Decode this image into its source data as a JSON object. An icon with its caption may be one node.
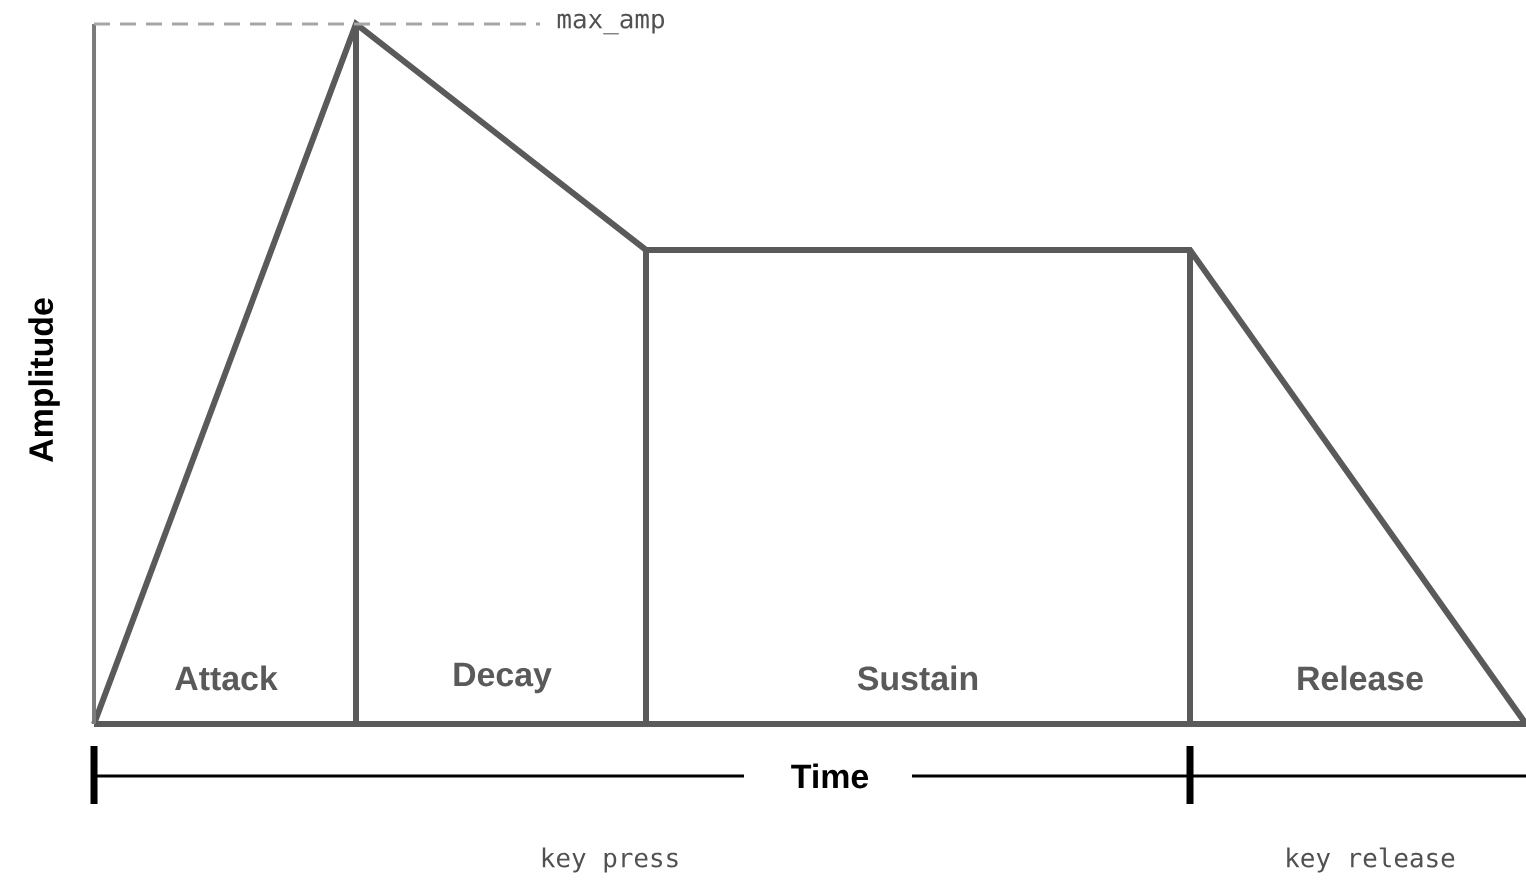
{
  "diagram": {
    "labels": [
      "max_amp",
      "Amplitude",
      "Attack",
      "Decay",
      "Sustain",
      "Release",
      "Time",
      "key press",
      "key release"
    ]
  }
}
